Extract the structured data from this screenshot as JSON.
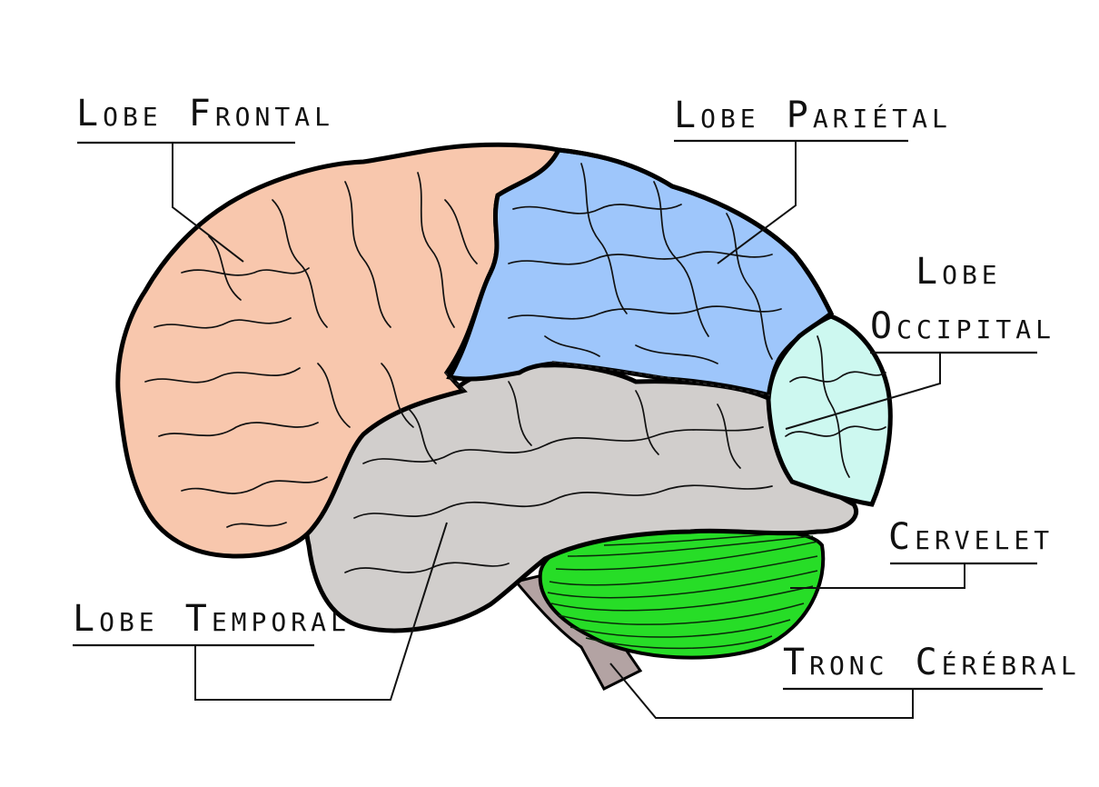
{
  "labels": {
    "frontal": "Lobe Frontal",
    "parietal": "Lobe Pariétal",
    "occipital_line1": "Lobe",
    "occipital_line2": "Occipital",
    "cerebellum": "Cervelet",
    "temporal": "Lobe Temporal",
    "brainstem": "Tronc Cérébral"
  },
  "colors": {
    "frontal": "#f8c7ad",
    "parietal": "#9ec6fb",
    "occipital": "#cdf8f0",
    "temporal": "#d1cecc",
    "cerebellum": "#27dd27",
    "brainstem": "#b3a3a3"
  }
}
